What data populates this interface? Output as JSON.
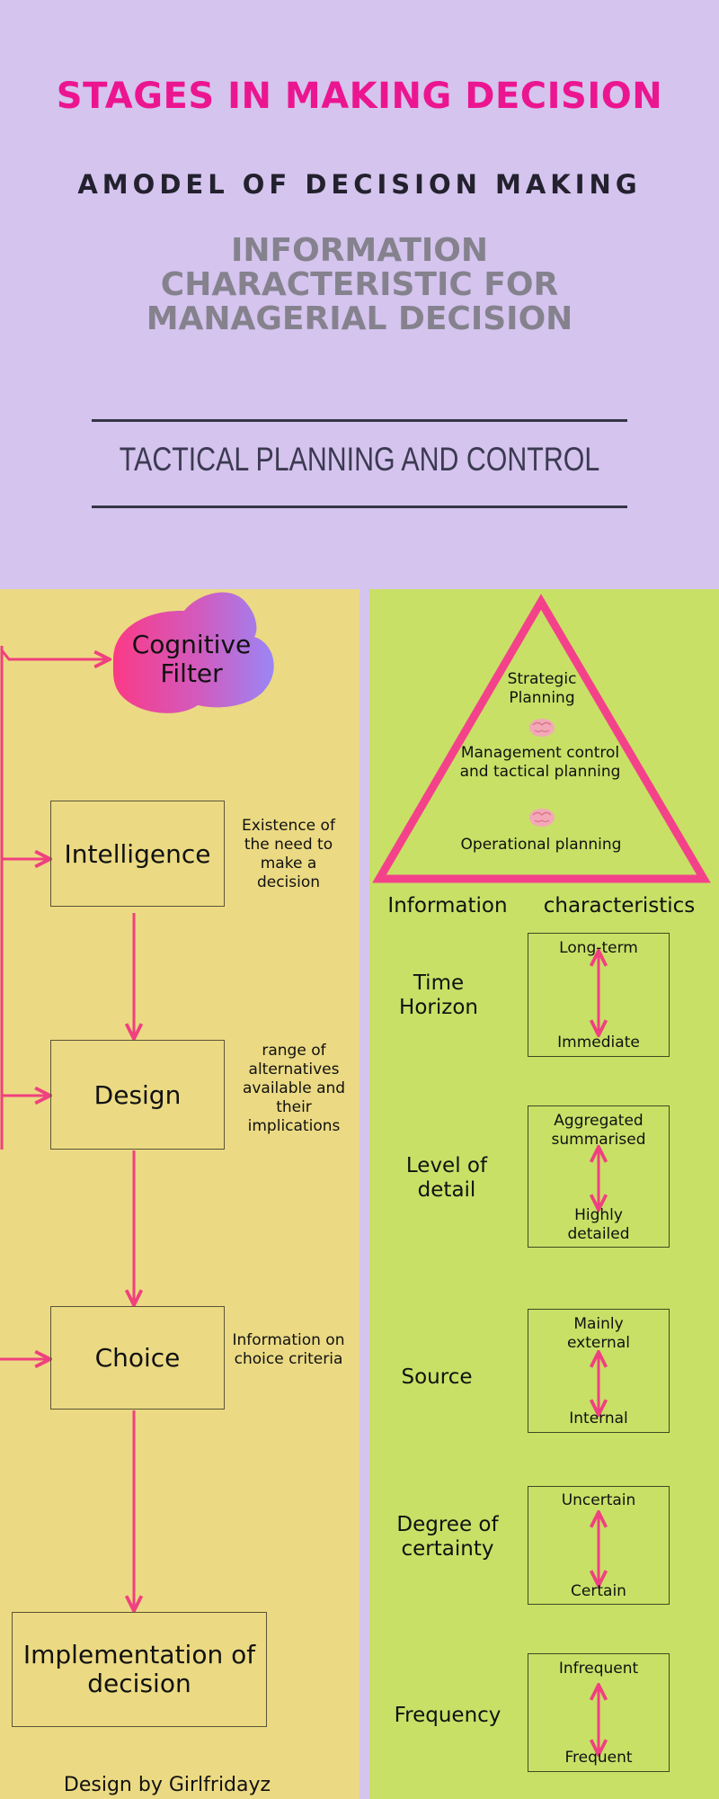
{
  "header": {
    "title": "STAGES IN MAKING DECISION",
    "subtitle": "AMODEL OF DECISION MAKING",
    "info_title": "INFORMATION CHARACTERISTIC FOR MANAGERIAL DECISION",
    "section": "TACTICAL PLANNING AND CONTROL"
  },
  "colors": {
    "accent": "#f0407f",
    "title": "#ec1590",
    "left_panel": "#ebda83",
    "right_panel": "#c8e066",
    "header_bg": "#d4c4ee"
  },
  "left": {
    "cognitive_filter": "Cognitive Filter",
    "stages": [
      {
        "label": "Intelligence",
        "note": "Existence of the need to make a decision"
      },
      {
        "label": "Design",
        "note": "range of alternatives available and their implications"
      },
      {
        "label": "Choice",
        "note": "Information on choice criteria"
      },
      {
        "label": "Implementation of decision"
      }
    ],
    "footer": "Design by Girlfridayz"
  },
  "right": {
    "pyramid": {
      "top": "Strategic Planning",
      "middle": "Management control and tactical planning",
      "bottom": "Operational planning",
      "icon": "brain-icon"
    },
    "heading_left": "Information",
    "heading_right": "characteristics",
    "rows": [
      {
        "label": "Time Horizon",
        "top": "Long-term",
        "bottom": "Immediate"
      },
      {
        "label": "Level of detail",
        "top": "Aggregated summarised",
        "bottom": "Highly detailed"
      },
      {
        "label": "Source",
        "top": "Mainly external",
        "bottom": "Internal"
      },
      {
        "label": "Degree of certainty",
        "top": "Uncertain",
        "bottom": "Certain"
      },
      {
        "label": "Frequency",
        "top": "Infrequent",
        "bottom": "Frequent"
      }
    ]
  }
}
